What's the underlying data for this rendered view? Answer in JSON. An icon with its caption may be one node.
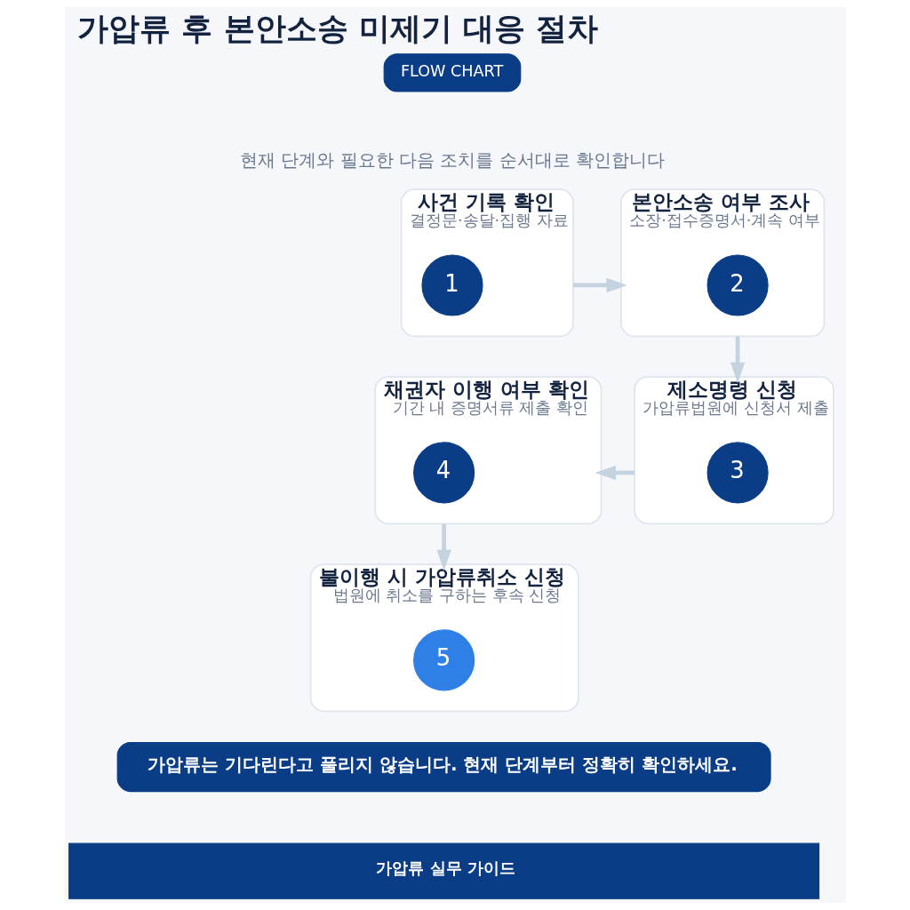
{
  "diagram": {
    "title": "가압류 후 본안소송 미제기 대응 절차",
    "nodes": [
      {
        "text": [
          "FLOW CHART"
        ]
      },
      {
        "text": [
          "사건 기록 확인",
          "결정문·송달·집행 자료"
        ]
      },
      {
        "text": [
          "1"
        ],
        "in": 1
      },
      {
        "text": [
          "본안소송 여부 조사",
          "소장·접수증명서·계속 여부"
        ]
      },
      {
        "text": [
          "2"
        ],
        "in": 3
      },
      {
        "text": [
          "제소명령 신청",
          "가압류법원에 신청서 제출"
        ]
      },
      {
        "text": [
          "3"
        ],
        "in": 5
      },
      {
        "text": [
          "채권자 이행 여부 확인",
          "기간 내 증명서류 제출 확인"
        ]
      },
      {
        "text": [
          "4"
        ],
        "in": 7
      },
      {
        "text": [
          "불이행 시 가압류취소 신청",
          "법원에 취소를 구하는 후속 신청"
        ]
      },
      {
        "text": [
          "5"
        ],
        "in": 9
      },
      {
        "text": [
          "가압류는 기다린다고 풀리지 않습니다. 현재 단계부터 정확히 확인하세요."
        ]
      },
      {
        "text": [
          "가압류 실무 가이드"
        ]
      }
    ],
    "edges": [
      {
        "from": 1,
        "to": 3,
        "arrow": "to"
      },
      {
        "from": 3,
        "to": 5,
        "arrow": "to"
      },
      {
        "from": 5,
        "to": 7,
        "arrow": "to"
      },
      {
        "from": 7,
        "to": 9,
        "arrow": "to"
      }
    ],
    "labels": [
      "현재 단계와 필요한 다음 조치를 순서대로 확인합니다"
    ]
  }
}
